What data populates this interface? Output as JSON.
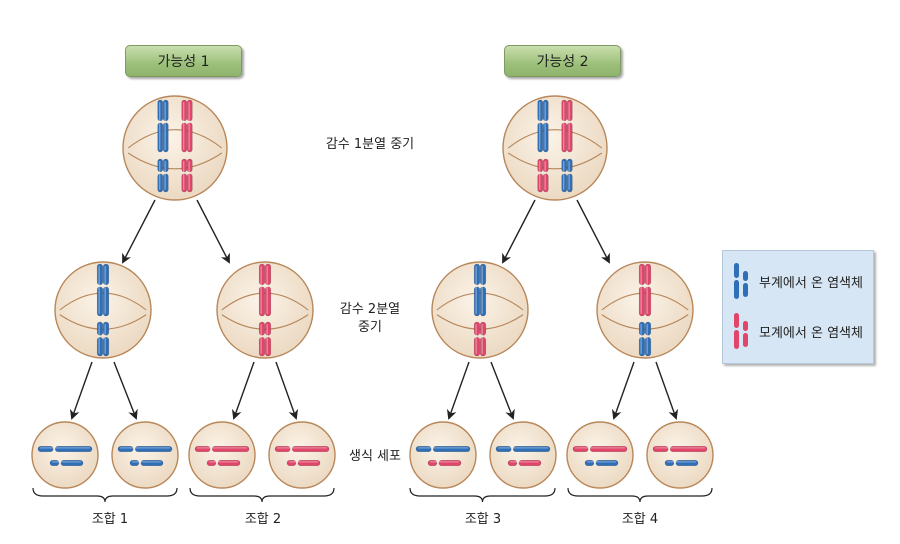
{
  "possibilities": [
    {
      "label": "가능성 1"
    },
    {
      "label": "가능성 2"
    }
  ],
  "stage_labels": {
    "meiosis1": "감수 1분열 중기",
    "meiosis2_line1": "감수 2분열",
    "meiosis2_line2": "중기",
    "gametes": "생식 세포"
  },
  "combinations": [
    "조합 1",
    "조합 2",
    "조합 3",
    "조합 4"
  ],
  "legend": {
    "paternal": "부계에서 온 염색체",
    "maternal": "모계에서 온 염색체"
  },
  "colors": {
    "paternal": "#2f6fb8",
    "maternal": "#e0456a",
    "cell_fill": "#f1e3d0",
    "cell_stroke": "#b8875a",
    "button": "#9cc07a",
    "legend_bg": "#d6e6f5"
  },
  "cells": {
    "top": [
      {
        "large": "paternal-maternal",
        "small": "paternal-maternal"
      },
      {
        "large": "paternal-maternal",
        "small": "maternal-paternal"
      }
    ],
    "middle": [
      {
        "large": "paternal",
        "small": "paternal"
      },
      {
        "large": "maternal",
        "small": "maternal"
      },
      {
        "large": "paternal",
        "small": "maternal"
      },
      {
        "large": "maternal",
        "small": "paternal"
      }
    ],
    "gametes": [
      {
        "large": "paternal",
        "small": "paternal"
      },
      {
        "large": "paternal",
        "small": "paternal"
      },
      {
        "large": "maternal",
        "small": "maternal"
      },
      {
        "large": "maternal",
        "small": "maternal"
      },
      {
        "large": "paternal",
        "small": "maternal"
      },
      {
        "large": "paternal",
        "small": "maternal"
      },
      {
        "large": "maternal",
        "small": "paternal"
      },
      {
        "large": "maternal",
        "small": "paternal"
      }
    ]
  }
}
